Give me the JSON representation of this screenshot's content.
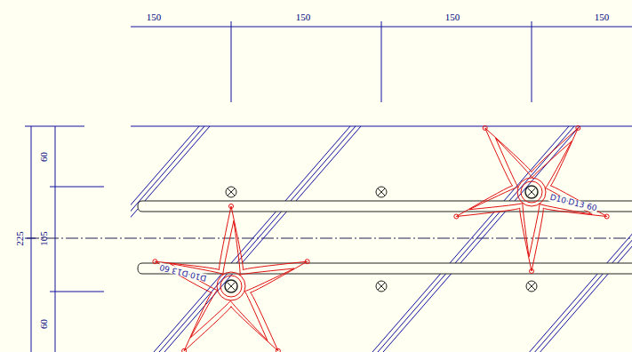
{
  "diagram": {
    "labels": [
      "150",
      "150",
      "150",
      "150",
      "60",
      "105",
      "60",
      "225",
      "D10·D13 60",
      "D10·D13 60"
    ]
  }
}
